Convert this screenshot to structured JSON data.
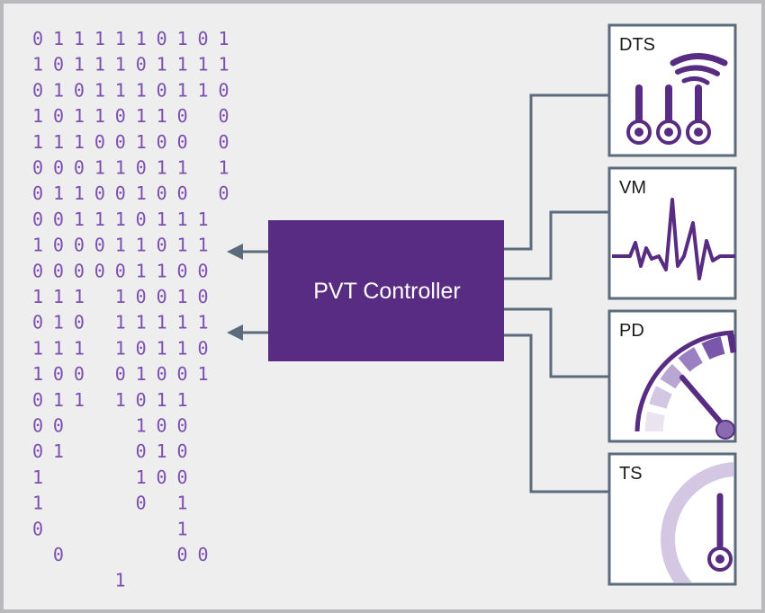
{
  "colors": {
    "background": "#eeeeef",
    "frame": "#b9b9bb",
    "purple": "#582c83",
    "purple_mid": "#8a6bb0",
    "purple_light": "#d3c7e3",
    "wire": "#5b6b7b",
    "bits": "#7a4fb0"
  },
  "binary_rows": [
    "0 1 1 1 1 1 0 1 0 1",
    "1 0 1 1 1 0 1 1 1 1",
    "0 1 0 1 1 1 0 1 1 0",
    "1 0 1 1 0 1 1 0   0",
    "1 1 1 0 0 1 0 0   0",
    "0 0 0 1 1 0 1 1   1",
    "0 1 1 0 0 1 0 0   0",
    "0 0 1 1 1 0 1 1 1",
    "1 0 0 0 1 1 0 1 1",
    "0 0 0 0 0 1 1 0 0",
    "1 1 1   1 0 0 1 0",
    "0 1 0   1 1 1 1 1",
    "1 1 1   1 0 1 1 0",
    "1 0 0   0 1 0 0 1",
    "0 1 1   1 0 1 1",
    "0 0       1 0 0",
    "0 1       0 1 0",
    "1         1 0 0",
    "1         0   1",
    "0             1",
    "  0           0 0",
    "        1"
  ],
  "controller": {
    "label": "PVT Controller"
  },
  "sensors": [
    {
      "id": "dts",
      "label": "DTS",
      "icon": "multi-thermometer-wireless-icon"
    },
    {
      "id": "vm",
      "label": "VM",
      "icon": "voltage-waveform-icon"
    },
    {
      "id": "pd",
      "label": "PD",
      "icon": "speed-gauge-icon"
    },
    {
      "id": "ts",
      "label": "TS",
      "icon": "thermometer-dial-icon"
    }
  ]
}
